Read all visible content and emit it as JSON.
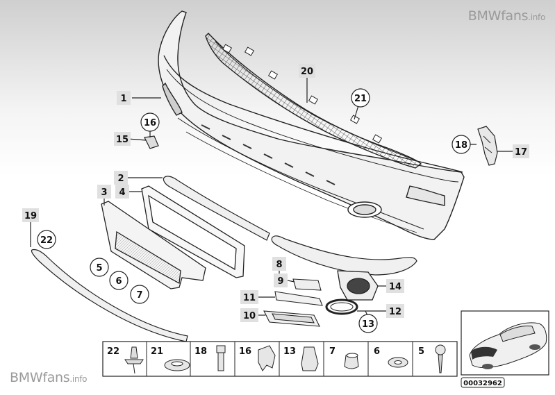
{
  "watermark": {
    "brand": "BMWfans",
    "suffix": ".info"
  },
  "callouts": {
    "c1": "1",
    "c2": "2",
    "c3": "3",
    "c4": "4",
    "c5": "5",
    "c6": "6",
    "c7": "7",
    "c8": "8",
    "c9": "9",
    "c10": "10",
    "c11": "11",
    "c12": "12",
    "c13": "13",
    "c14": "14",
    "c15": "15",
    "c16": "16",
    "c17": "17",
    "c18": "18",
    "c19": "19",
    "c20": "20",
    "c21": "21",
    "c22": "22"
  },
  "parts_strip": [
    "22",
    "21",
    "18",
    "16",
    "13",
    "7",
    "6",
    "5"
  ],
  "diagram_code": "00032962"
}
